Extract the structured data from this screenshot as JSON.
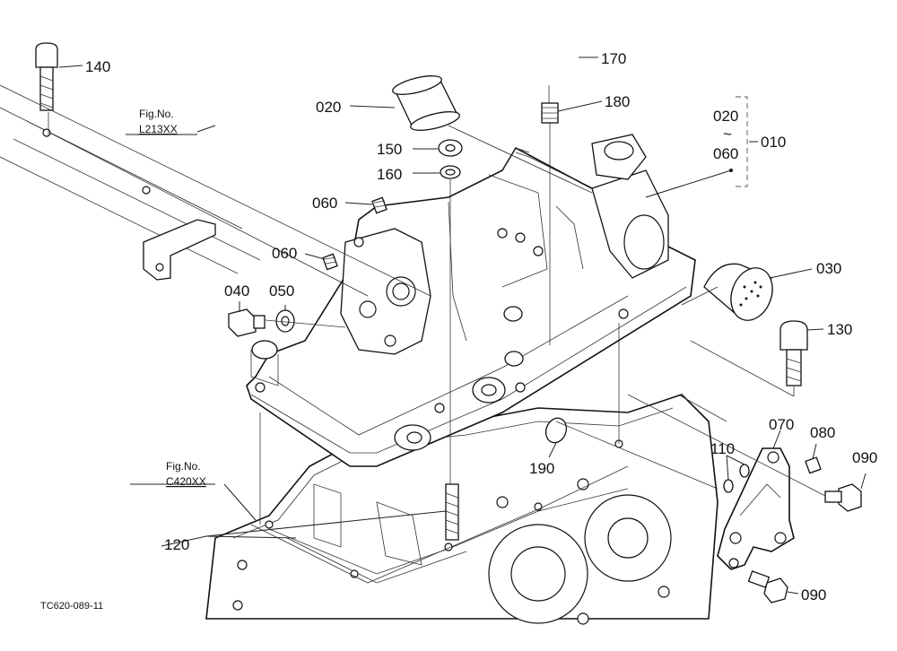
{
  "labels": {
    "p140": "140",
    "p170": "170",
    "p180": "180",
    "p020": "020",
    "p150": "150",
    "p160": "160",
    "p060a": "060",
    "p060b": "060",
    "p040": "040",
    "p050": "050",
    "p030": "030",
    "p130": "130",
    "p070": "070",
    "p080": "080",
    "p090a": "090",
    "p090b": "090",
    "p110": "110",
    "p190": "190",
    "p120": "120",
    "range_top": "020",
    "range_tilde": "~",
    "range_bottom": "060",
    "range_group": "010"
  },
  "figure_refs": {
    "fig1_title": "Fig.No.",
    "fig1_code": "L213XX",
    "fig2_title": "Fig.No.",
    "fig2_code": "C420XX"
  },
  "footer": {
    "code": "TC620-089-11"
  }
}
